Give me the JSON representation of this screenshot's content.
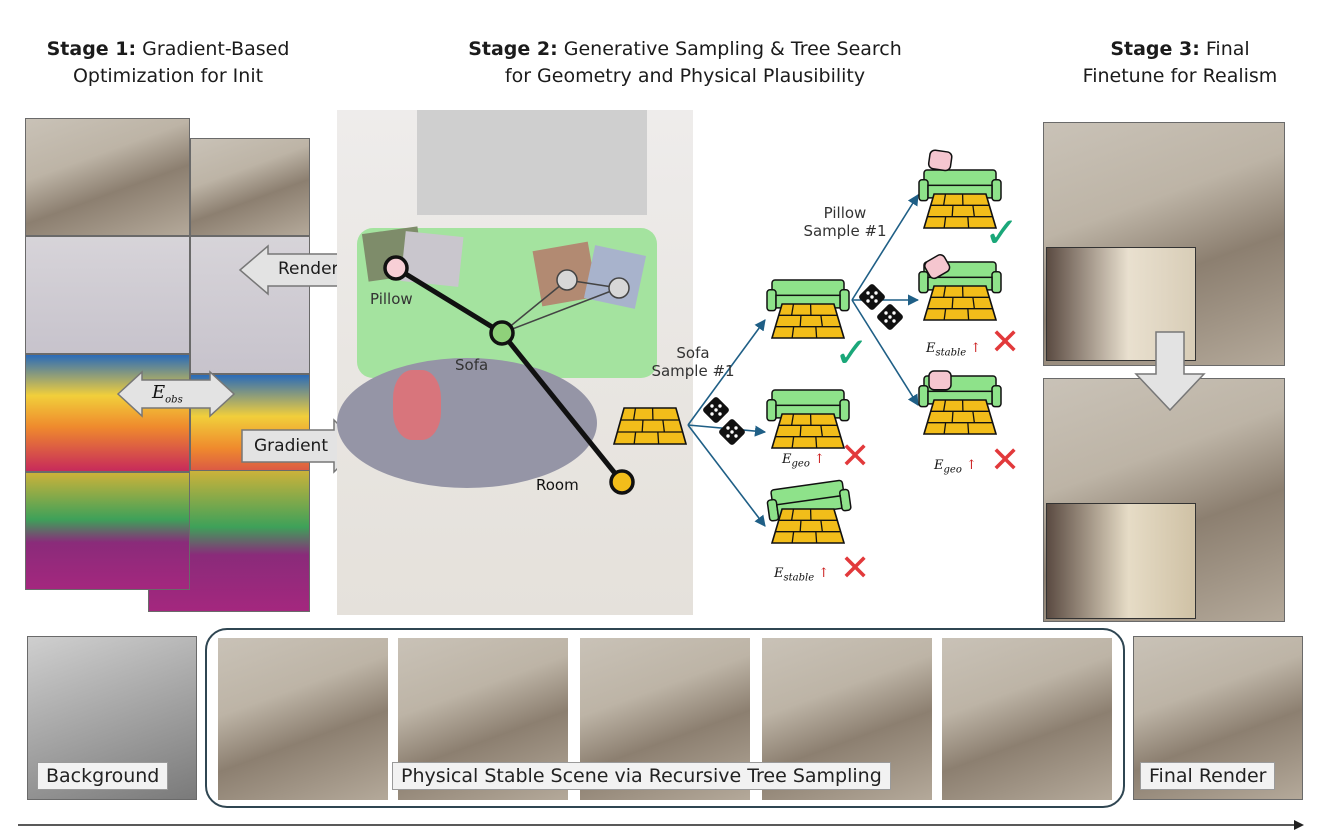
{
  "stages": {
    "stage1": {
      "bold": "Stage 1:",
      "line1": "Gradient-Based",
      "line2": "Optimization for Init"
    },
    "stage2": {
      "bold": "Stage 2:",
      "line1": "Generative Sampling & Tree Search",
      "line2": "for Geometry and Physical Plausibility"
    },
    "stage3": {
      "bold": "Stage 3:",
      "line1": "Final",
      "line2": "Finetune for Realism"
    }
  },
  "stage1": {
    "render_label": "Render",
    "gradient_label": "Gradient",
    "e_obs_symbol": "E",
    "e_obs_sub": "obs"
  },
  "scene_graph": {
    "pillow_label": "Pillow",
    "sofa_label": "Sofa",
    "room_label": "Room"
  },
  "tree": {
    "sofa_sample_line1": "Sofa",
    "sofa_sample_line2": "Sample #1",
    "pillow_sample_line1": "Pillow",
    "pillow_sample_line2": "Sample #1",
    "e_geo_symbol": "E",
    "e_geo_sub": "geo",
    "e_stable_symbol": "E",
    "e_stable_sub": "stable",
    "up_arrow": "↑",
    "check_mark": "✓",
    "cross_mark": "✕"
  },
  "bottom": {
    "background_label": "Background",
    "tree_sampling_label": "Physical Stable Scene via Recursive Tree Sampling",
    "final_render_label": "Final Render"
  },
  "colors": {
    "sofa_green": "#8ee28a",
    "floor_yellow": "#f2bd1a",
    "edge_blue": "#1f5f86",
    "check_green": "#1aa779",
    "cross_red": "#e2393b",
    "pillow_pink": "#f5c6cf"
  }
}
